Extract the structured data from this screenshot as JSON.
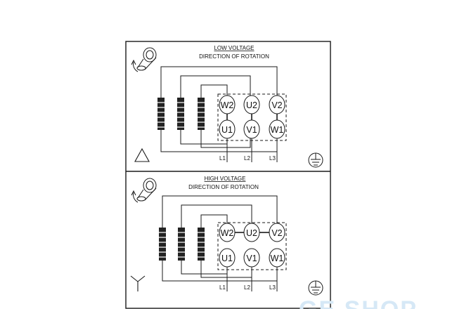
{
  "panels": {
    "top": {
      "title": "LOW VOLTAGE",
      "subtitle": "DIRECTION OF ROTATION",
      "connection_symbol": "delta-triangle-icon",
      "terminals_row1": [
        "W2",
        "U2",
        "V2"
      ],
      "terminals_row2": [
        "U1",
        "V1",
        "W1"
      ],
      "lines": [
        "L1",
        "L2",
        "L3"
      ]
    },
    "bottom": {
      "title": "HIGH VOLTAGE",
      "subtitle": "DIRECTION OF ROTATION",
      "connection_symbol": "star-wye-icon",
      "terminals_row1": [
        "W2",
        "U2",
        "V2"
      ],
      "terminals_row2": [
        "U1",
        "V1",
        "W1"
      ],
      "lines": [
        "L1",
        "L2",
        "L3"
      ]
    }
  },
  "watermark": "GE SHOP",
  "colors": {
    "line": "#1a1a1a",
    "watermark": "#d6e8f6"
  }
}
